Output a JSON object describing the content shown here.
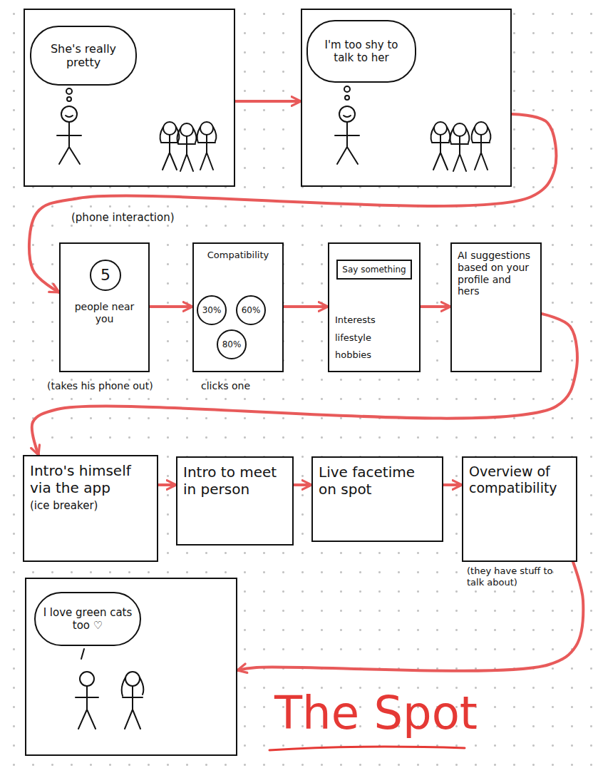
{
  "diagram": {
    "title": "The Spot",
    "nodes": [
      {
        "text": []
      },
      {
        "text": [
          "She's really pretty"
        ],
        "in": 0
      },
      {
        "text": []
      },
      {
        "text": [
          "I'm too shy to talk to her"
        ],
        "in": 2
      },
      {
        "text": [
          "people near you"
        ]
      },
      {
        "text": [
          "5"
        ],
        "in": 4
      },
      {
        "text": [
          "Compatibility"
        ]
      },
      {
        "text": [
          "30%"
        ],
        "in": 6
      },
      {
        "text": [
          "60%"
        ],
        "in": 6
      },
      {
        "text": [
          "80%"
        ],
        "in": 6
      },
      {
        "text": [
          "Interests",
          "lifestyle",
          "hobbies"
        ]
      },
      {
        "text": [
          "Say something"
        ],
        "in": 10
      },
      {
        "text": [
          "AI suggestions based on your profile and hers"
        ]
      },
      {
        "text": [
          "Intro's himself via the app",
          "(ice breaker)"
        ]
      },
      {
        "text": [
          "Intro to meet in person"
        ]
      },
      {
        "text": [
          "Live facetime on spot"
        ]
      },
      {
        "text": [
          "Overview of compatibility"
        ]
      },
      {
        "text": []
      },
      {
        "text": [
          "I love green cats too ♡"
        ],
        "in": 17
      }
    ],
    "edges": [
      {
        "from": 0,
        "to": 2,
        "arrow": "to"
      },
      {
        "from": 2,
        "to": 4,
        "arrow": "to"
      },
      {
        "from": 4,
        "to": 6,
        "arrow": "to"
      },
      {
        "from": 6,
        "to": 10,
        "arrow": "to"
      },
      {
        "from": 10,
        "to": 12,
        "arrow": "to"
      },
      {
        "from": 12,
        "to": 13,
        "arrow": "to"
      },
      {
        "from": 13,
        "to": 14,
        "arrow": "to"
      },
      {
        "from": 14,
        "to": 15,
        "arrow": "to"
      },
      {
        "from": 15,
        "to": 16,
        "arrow": "to"
      },
      {
        "from": 16,
        "to": 17,
        "arrow": "to"
      }
    ],
    "labels": [
      "(phone interaction)",
      "(takes his phone out)",
      "clicks one",
      "(they have stuff to talk about)"
    ]
  }
}
